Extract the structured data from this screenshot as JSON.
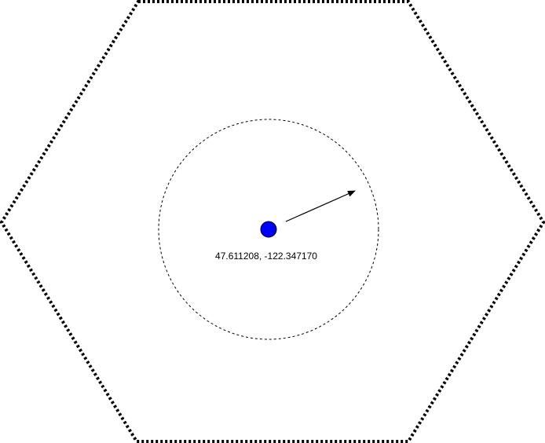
{
  "diagram": {
    "location_label": "47.611208, -122.347170",
    "colors": {
      "background": "#ffffff",
      "hexagon_stroke": "#000000",
      "circle_stroke": "#000000",
      "point_fill": "#0000ff",
      "point_stroke": "#000000",
      "arrow_stroke": "#000000"
    },
    "elements": {
      "hexagon": "dotted-hexagon-boundary",
      "circle": "dashed-radius-circle",
      "point": "location-point",
      "arrow": "radius-arrow"
    }
  }
}
